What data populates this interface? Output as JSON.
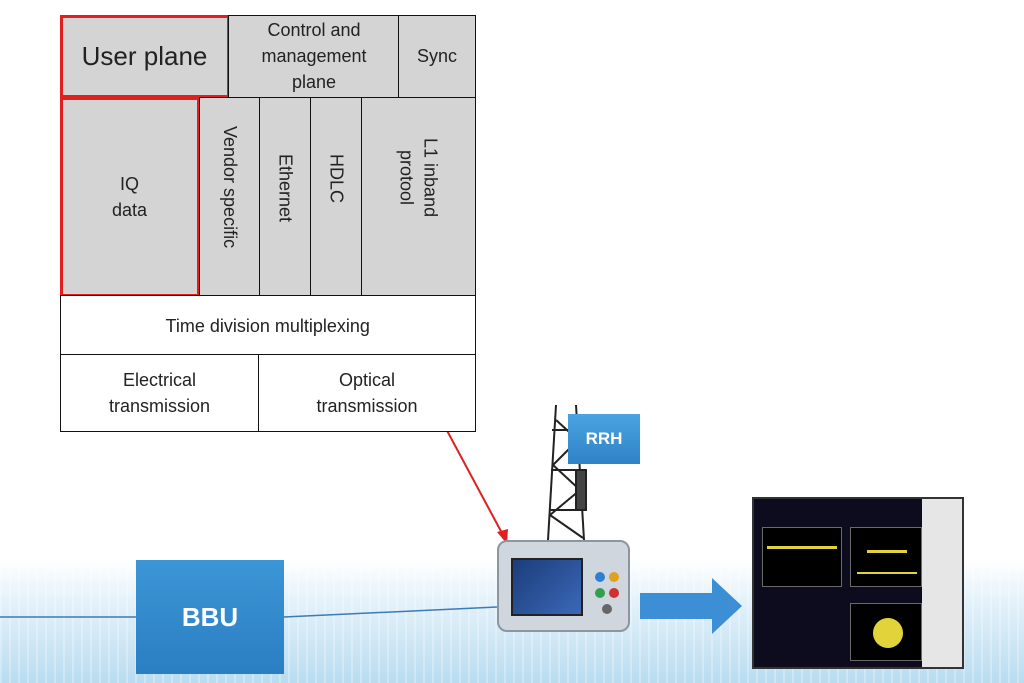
{
  "stack": {
    "user_plane": "User plane",
    "control_plane": "Control and\nmanagement\nplane",
    "sync": "Sync",
    "iq_data": "IQ\ndata",
    "vendor_specific": "Vendor specific",
    "ethernet": "Ethernet",
    "hdlc": "HDLC",
    "l1_inband": "L1 inband\nprotool",
    "tdm": "Time division multiplexing",
    "electrical": "Electrical\ntransmission",
    "optical": "Optical\ntransmission"
  },
  "nodes": {
    "bbu": "BBU",
    "rrh": "RRH"
  },
  "colors": {
    "highlight": "#e02020",
    "node_blue": "#2f86c8",
    "arrow_blue": "#3c8fd4",
    "cell_gray": "#d4d4d4"
  }
}
